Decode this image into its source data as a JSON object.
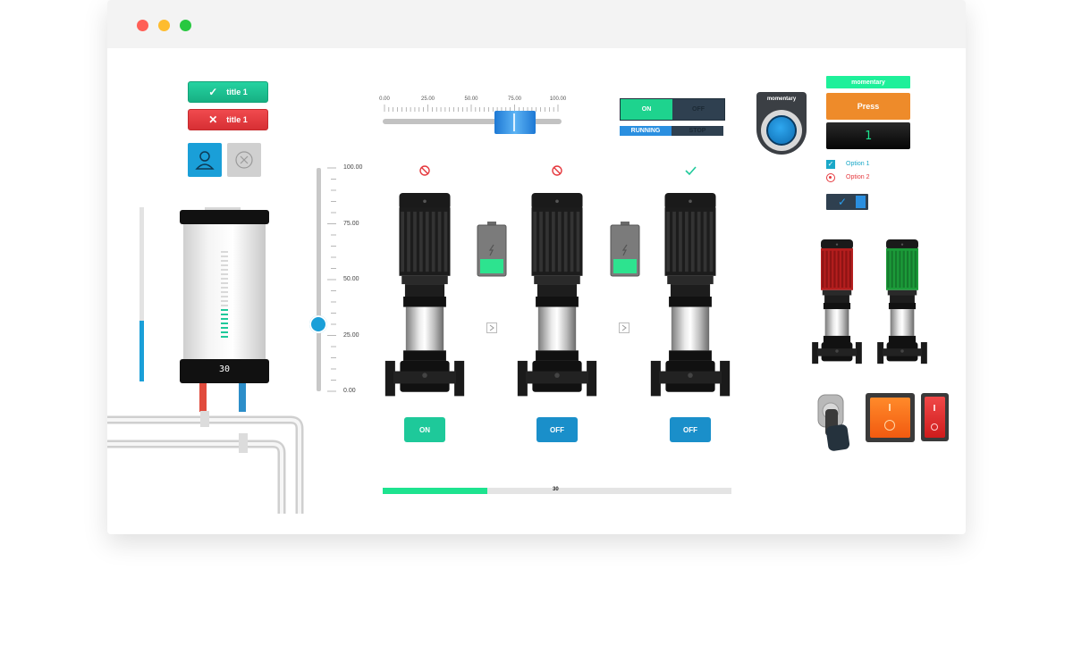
{
  "window": {
    "traffic_lights": [
      "#ff5f57",
      "#febc2e",
      "#28c840"
    ]
  },
  "left_buttons": {
    "success_label": "title 1",
    "error_label": "title 1",
    "success_color": "#1cbf8f",
    "error_color": "#e5393e"
  },
  "tank": {
    "display_value": "30",
    "level_fraction": 0.35
  },
  "h_slider": {
    "ticks": [
      "0.00",
      "25.00",
      "50.00",
      "75.00",
      "100.00"
    ],
    "value": 75
  },
  "v_slider": {
    "ticks": [
      "100.00",
      "75.00",
      "50.00",
      "25.00",
      "0.00"
    ],
    "value": 30
  },
  "toggle": {
    "on_label": "ON",
    "off_label": "OFF",
    "running_label": "RUNNING",
    "stop_label": "STOP"
  },
  "pumps": [
    {
      "button_label": "ON",
      "button_color": "#1ec99a",
      "status_icon": "blocked-icon"
    },
    {
      "button_label": "OFF",
      "button_color": "#1a8fca",
      "status_icon": "blocked-icon"
    },
    {
      "button_label": "OFF",
      "button_color": "#1a8fca",
      "status_icon": "check-icon"
    }
  ],
  "progress": {
    "value_label": "30",
    "fraction": 0.3
  },
  "momentary_panel": {
    "round_label": "momentary",
    "green_label": "momentary",
    "press_label": "Press",
    "lcd_value": "1"
  },
  "options": {
    "option1": "Option 1",
    "option2": "Option 2"
  }
}
